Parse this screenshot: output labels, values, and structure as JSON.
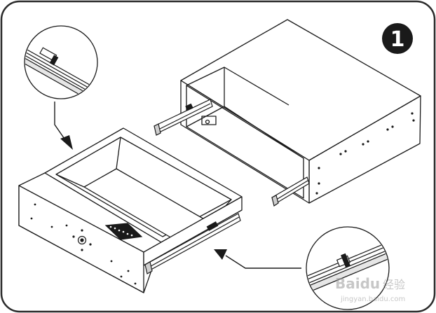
{
  "step": {
    "number": "1",
    "badge_color": "#1a1a1a",
    "text_color": "#ffffff"
  },
  "watermark": {
    "brand": "Baidu",
    "label": "经验",
    "url": "jingyan.baidu.com"
  },
  "colors": {
    "line": "#1a1a1a",
    "frame": "#2b2b2b",
    "background": "#ffffff",
    "rail": "#e6e6e6"
  },
  "icons": {
    "arrow_top": "down-left-arrow-icon",
    "arrow_bottom": "left-arrow-icon",
    "zoom_top": "magnify-detail-icon",
    "zoom_bottom": "magnify-detail-icon"
  }
}
